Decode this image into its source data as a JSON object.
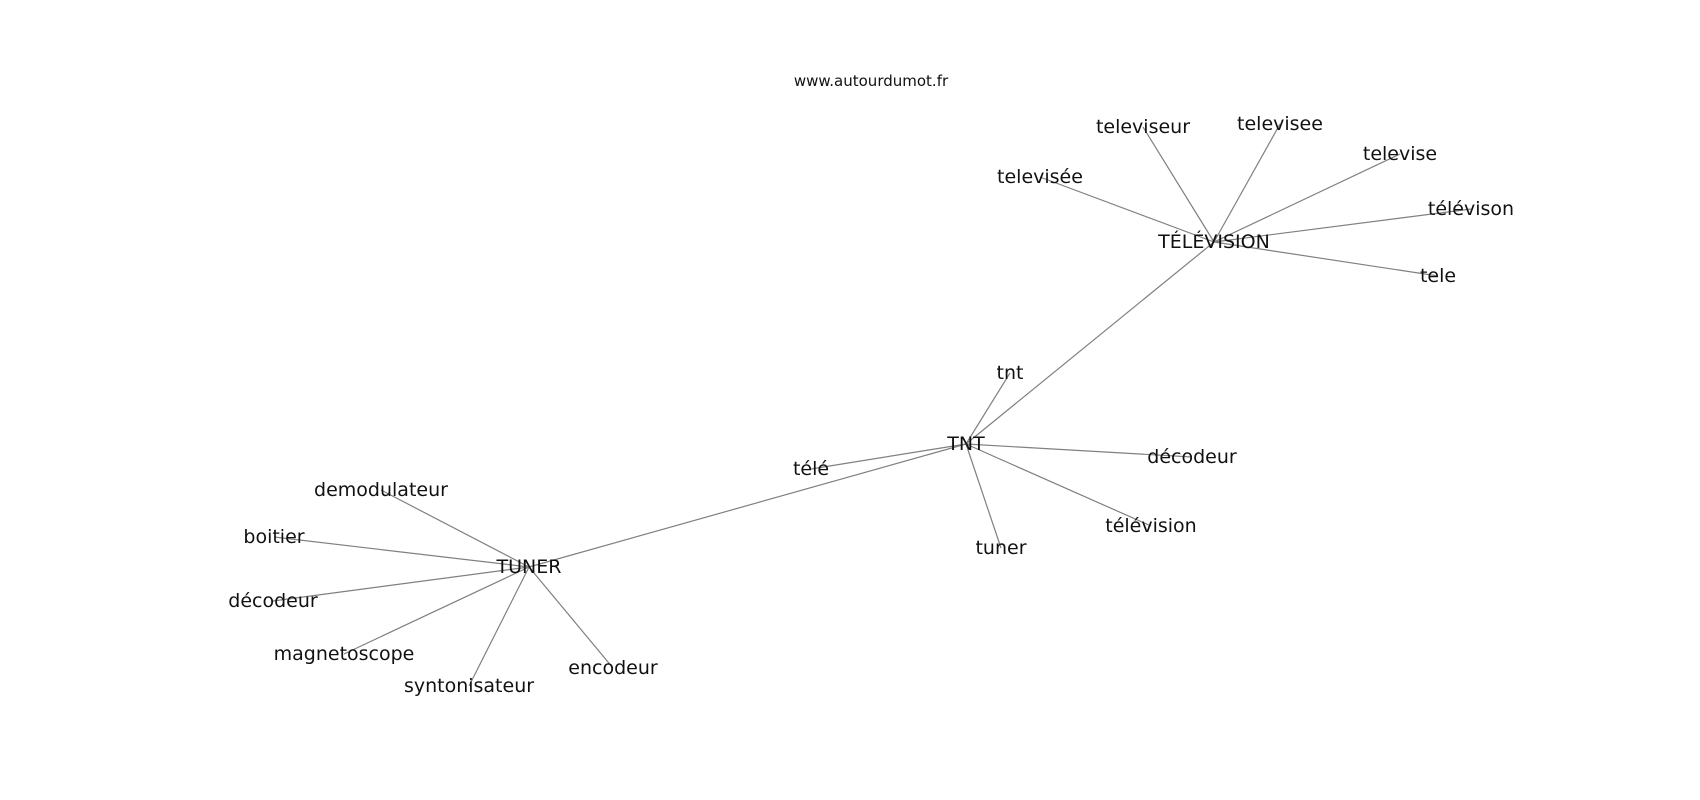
{
  "watermark": "www.autourdumot.fr",
  "nodes": [
    {
      "id": "television_hub",
      "label": "TÉLÉVISION"
    },
    {
      "id": "televiseur",
      "label": "televiseur"
    },
    {
      "id": "televisee",
      "label": "televisee"
    },
    {
      "id": "televise",
      "label": "televise"
    },
    {
      "id": "televisee_accent",
      "label": "televisée"
    },
    {
      "id": "televison",
      "label": "télévison"
    },
    {
      "id": "tele",
      "label": "tele"
    },
    {
      "id": "tnt_hub",
      "label": "TNT"
    },
    {
      "id": "tnt",
      "label": "tnt"
    },
    {
      "id": "tele_accent",
      "label": "télé"
    },
    {
      "id": "decodeur_tnt",
      "label": "décodeur"
    },
    {
      "id": "television",
      "label": "télévision"
    },
    {
      "id": "tuner",
      "label": "tuner"
    },
    {
      "id": "tuner_hub",
      "label": "TUNER"
    },
    {
      "id": "demodulateur",
      "label": "demodulateur"
    },
    {
      "id": "boitier",
      "label": "boitier"
    },
    {
      "id": "decodeur_tuner",
      "label": "décodeur"
    },
    {
      "id": "magnetoscope",
      "label": "magnetoscope"
    },
    {
      "id": "syntonisateur",
      "label": "syntonisateur"
    },
    {
      "id": "encodeur",
      "label": "encodeur"
    }
  ],
  "edges": [
    [
      "television_hub",
      "televiseur"
    ],
    [
      "television_hub",
      "televisee"
    ],
    [
      "television_hub",
      "televise"
    ],
    [
      "television_hub",
      "televisee_accent"
    ],
    [
      "television_hub",
      "televison"
    ],
    [
      "television_hub",
      "tele"
    ],
    [
      "television_hub",
      "tnt_hub"
    ],
    [
      "tnt_hub",
      "tnt"
    ],
    [
      "tnt_hub",
      "tele_accent"
    ],
    [
      "tnt_hub",
      "decodeur_tnt"
    ],
    [
      "tnt_hub",
      "television"
    ],
    [
      "tnt_hub",
      "tuner"
    ],
    [
      "tnt_hub",
      "tuner_hub"
    ],
    [
      "tuner_hub",
      "demodulateur"
    ],
    [
      "tuner_hub",
      "boitier"
    ],
    [
      "tuner_hub",
      "decodeur_tuner"
    ],
    [
      "tuner_hub",
      "magnetoscope"
    ],
    [
      "tuner_hub",
      "syntonisateur"
    ],
    [
      "tuner_hub",
      "encodeur"
    ]
  ]
}
